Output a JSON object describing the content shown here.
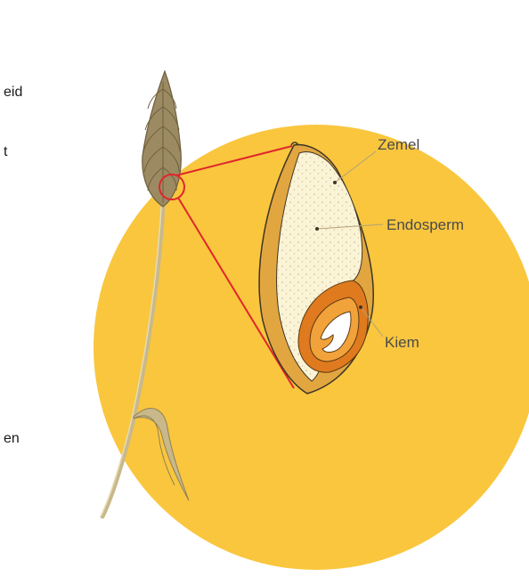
{
  "labels": {
    "bran": "Zemel",
    "endosperm": "Endosperm",
    "germ": "Kiem"
  },
  "side_text_fragments": [
    "eid",
    "t",
    "en"
  ],
  "colors": {
    "background_disc": "#F9C63E",
    "grain_hull": "#E2A640",
    "endosperm_fill": "#FBF3D6",
    "germ_outer": "#E07A1F",
    "germ_inner": "#F2A23A",
    "connector_line": "#E0262C",
    "wheat_stalk": "#C9B98A",
    "wheat_ear": "#9C8A62"
  },
  "icons": {
    "wheat": "wheat-ear-illustration",
    "grain": "wheat-kernel-cross-section"
  }
}
